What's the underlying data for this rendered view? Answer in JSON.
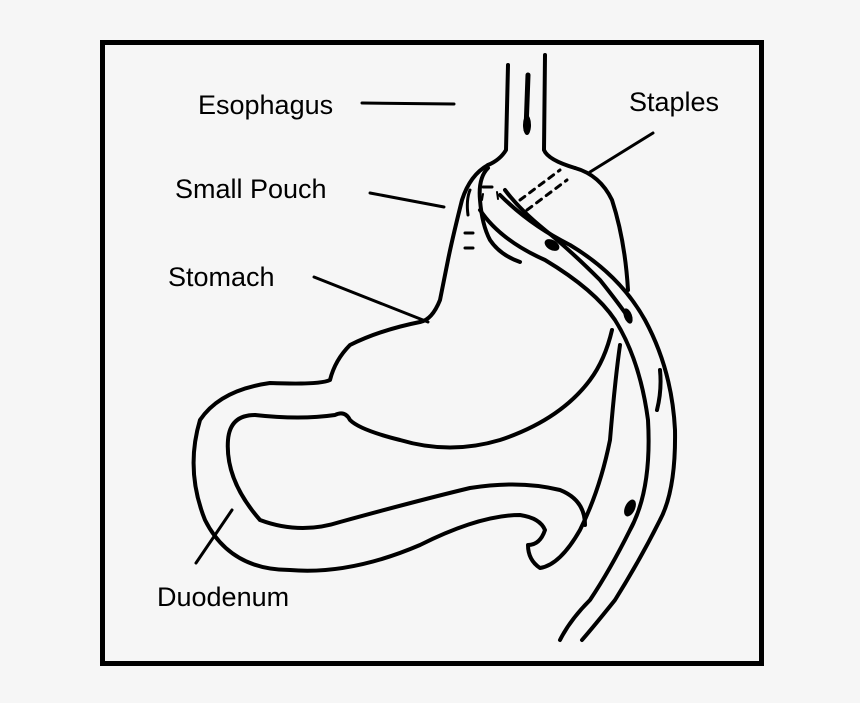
{
  "diagram": {
    "title": "",
    "labels": {
      "esophagus": "Esophagus",
      "staples": "Staples",
      "small_pouch": "Small Pouch",
      "stomach": "Stomach",
      "duodenum": "Duodenum"
    },
    "colors": {
      "background": "#f6f6f6",
      "line": "#000000",
      "fill": "#f6f6f6"
    }
  }
}
